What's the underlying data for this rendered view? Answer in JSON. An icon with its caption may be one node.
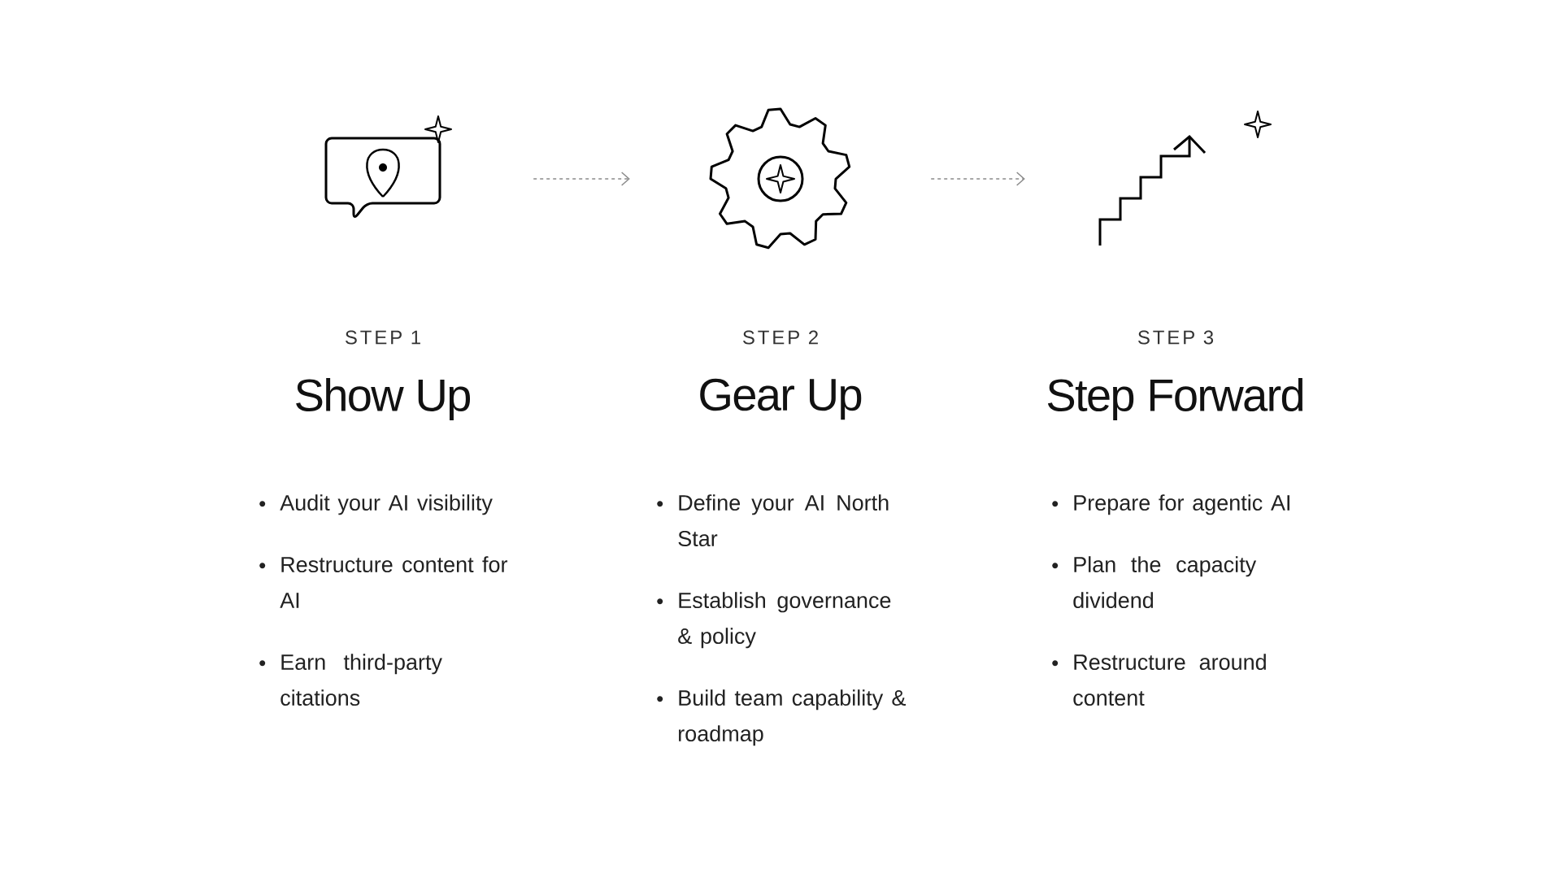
{
  "diagram": {
    "nodes": [
      {
        "text": [],
        "shape": "picture",
        "beside": [
          "STEP 1",
          "Show Up",
          "Audit your AI visibility",
          "Restructure content for AI",
          "Earn third-party citations"
        ]
      },
      {
        "text": [],
        "shape": "picture",
        "beside": [
          "STEP 2",
          "Gear Up",
          "Define your AI North Star",
          "Establish governance & policy",
          "Build team capability & roadmap"
        ]
      },
      {
        "text": [],
        "shape": "picture",
        "beside": [
          "STEP 3",
          "Step Forward",
          "Prepare for agentic AI",
          "Plan the capacity dividend",
          "Restructure around content"
        ]
      }
    ],
    "edges": [
      {
        "from": 0,
        "to": 1,
        "arrow": "to",
        "style": "dashed"
      },
      {
        "from": 1,
        "to": 2,
        "arrow": "to",
        "style": "dashed"
      }
    ]
  }
}
